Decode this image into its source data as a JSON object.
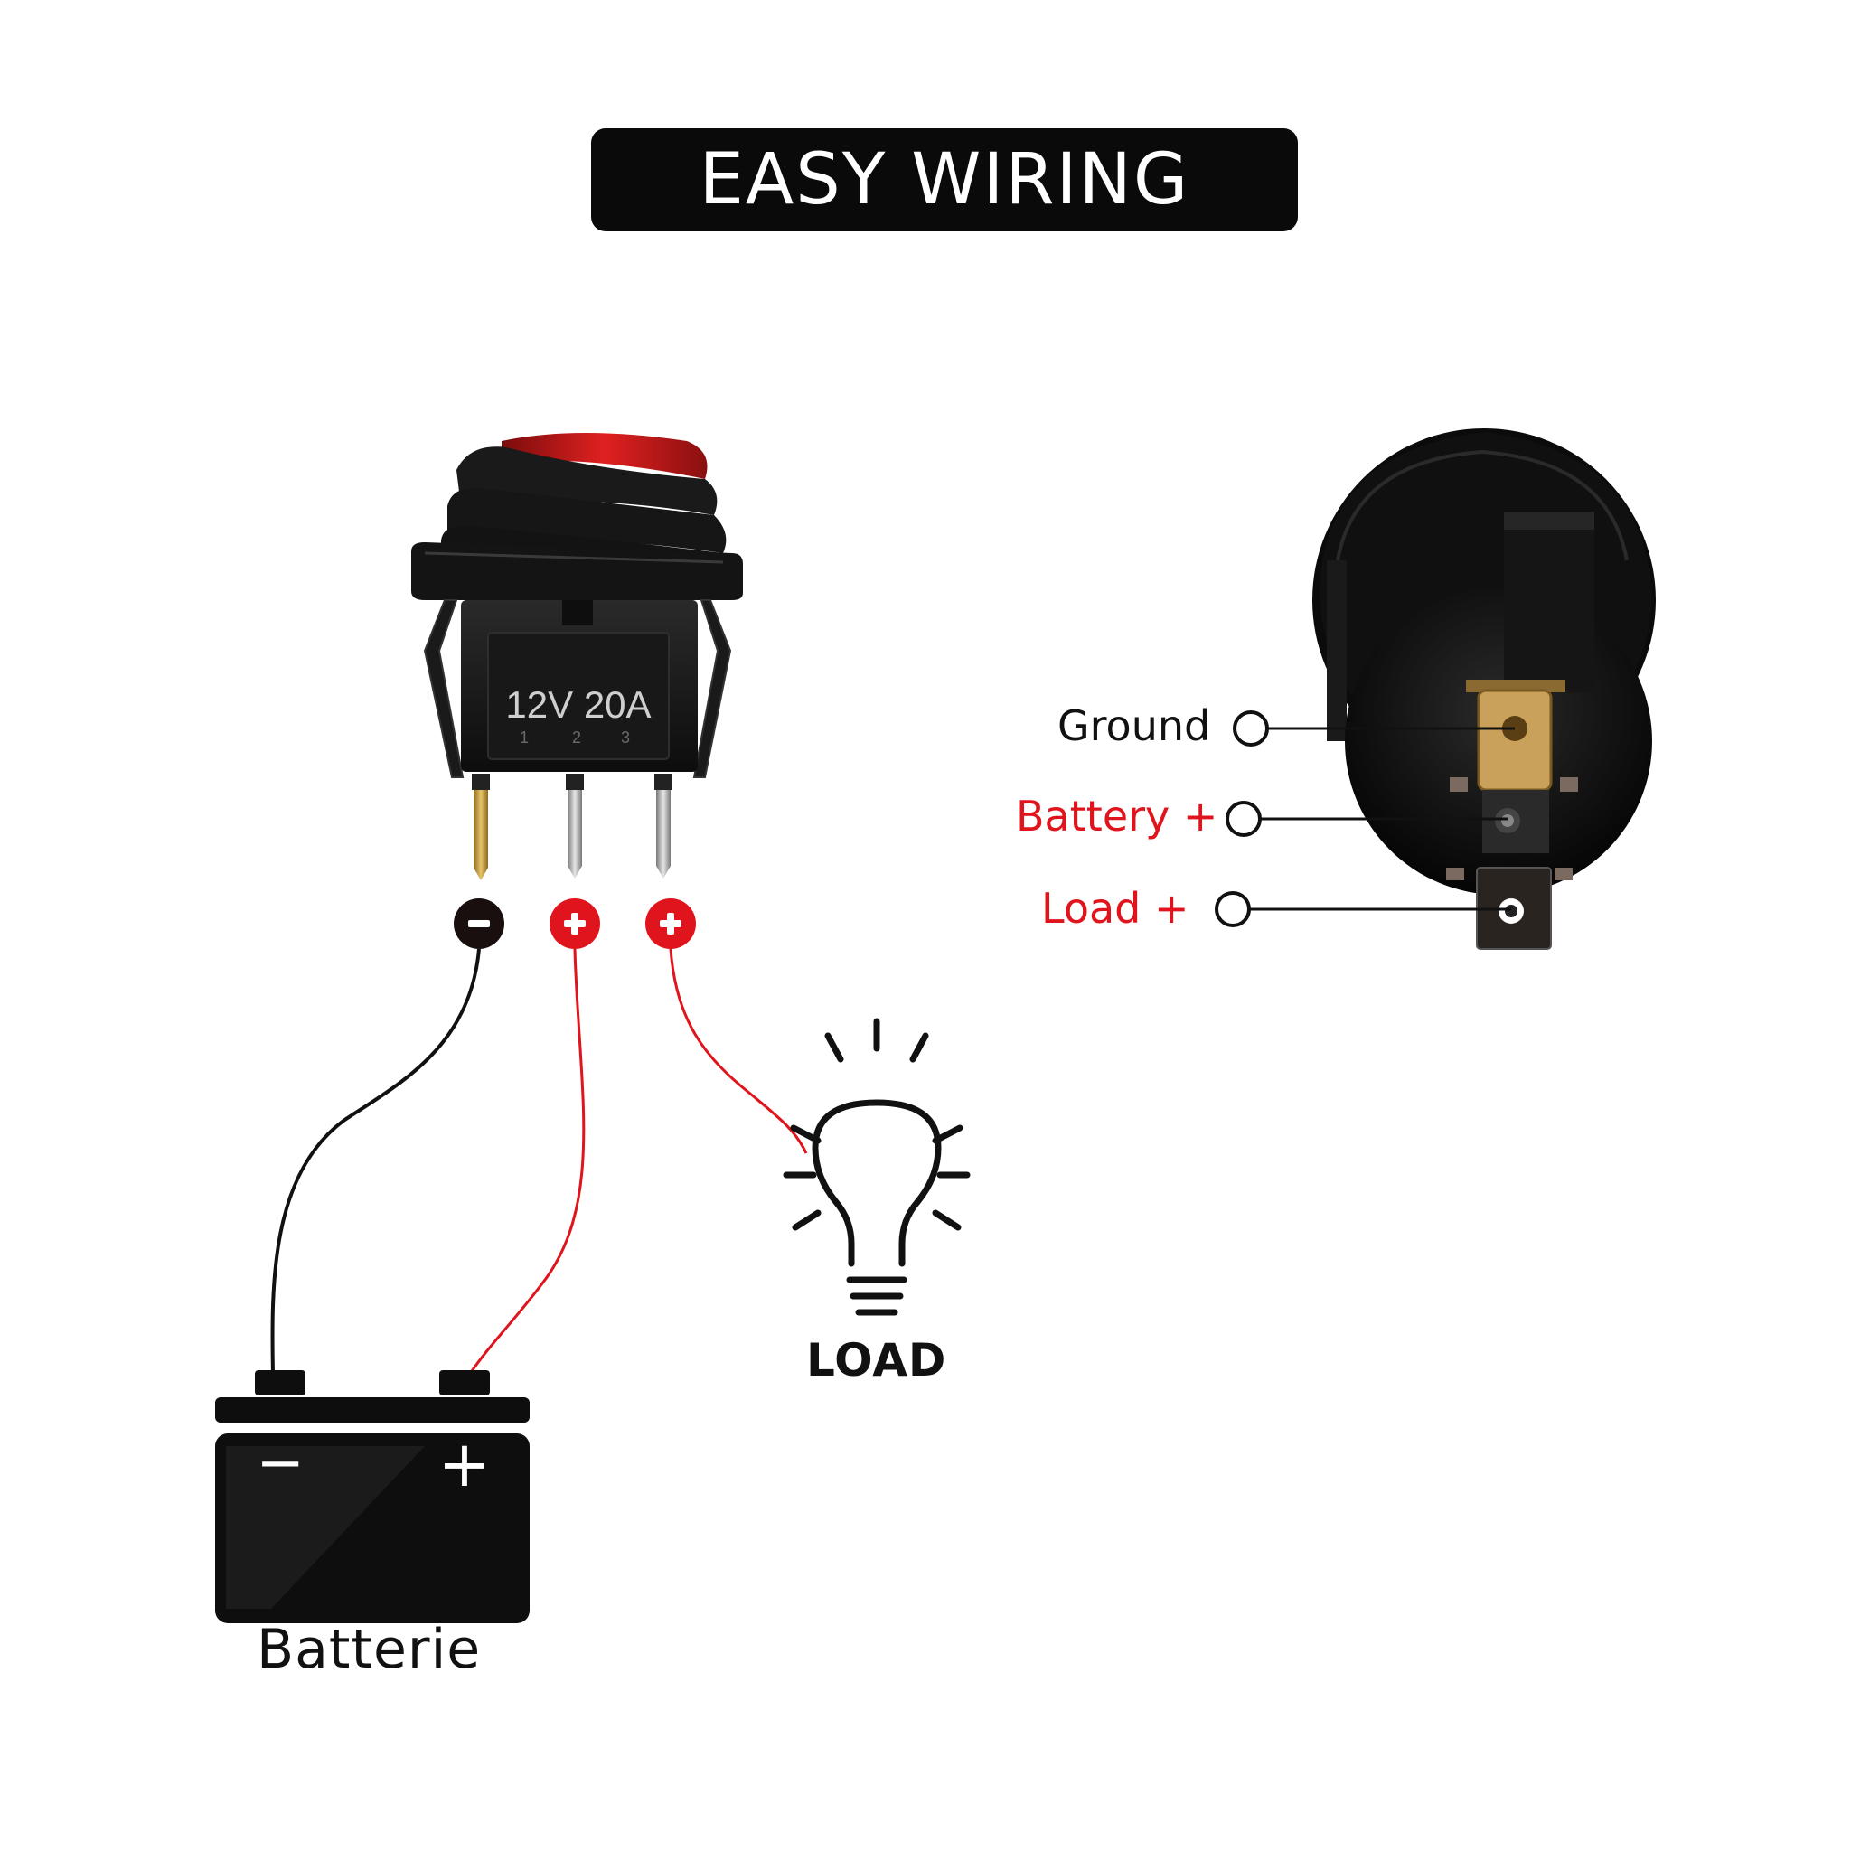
{
  "title": "EASY WIRING",
  "switch_front": {
    "rating_text": "12V 20A",
    "pin_numbers": [
      "1",
      "2",
      "3"
    ]
  },
  "terminal_markers": [
    {
      "symbol": "−",
      "color": "#1a0f0f"
    },
    {
      "symbol": "+",
      "color": "#e0141c"
    },
    {
      "symbol": "+",
      "color": "#e0141c"
    }
  ],
  "pin_labels": {
    "ground": "Ground",
    "battery": "Battery +",
    "load": "Load +"
  },
  "load_caption": "LOAD",
  "battery": {
    "caption": "Batterie",
    "minus_symbol": "−",
    "plus_symbol": "+"
  },
  "colors": {
    "wire_red": "#e0141c",
    "wire_black": "#111111",
    "rocker_red": "#d11a1a",
    "body_black": "#141414",
    "brass": "#c9a15a"
  }
}
